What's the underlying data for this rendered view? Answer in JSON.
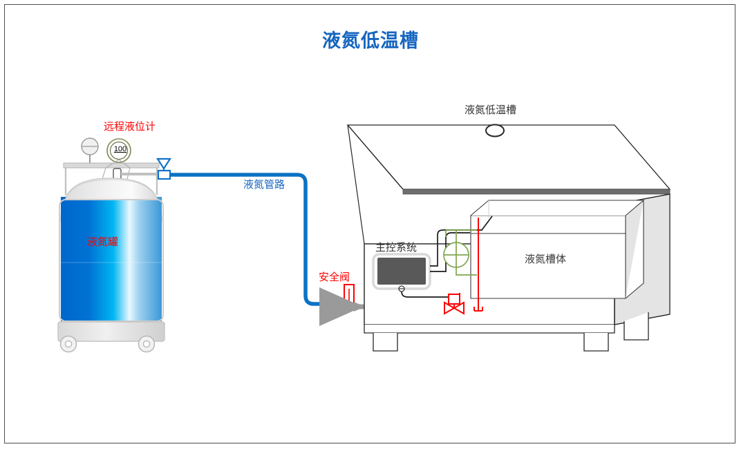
{
  "diagram": {
    "title": "液氮低温槽",
    "title_color": "#1565c0",
    "background": "#ffffff",
    "border_color": "#4d4d4d"
  },
  "labels": {
    "remote_level_gauge": "远程液位计",
    "nitrogen_tank": "液氮罐",
    "nitrogen_pipeline": "液氮管路",
    "safety_valve": "安全阀",
    "main_control_system": "主控系统",
    "cryogenic_bath_top": "液氮低温槽",
    "nitrogen_bath_body": "液氮槽体"
  },
  "gauge": {
    "value": "100"
  },
  "colors": {
    "accent_blue": "#1565c0",
    "pipe_blue": "#0b72c4",
    "alarm_red": "#ff0000",
    "sensor_green": "#7fa650",
    "tank_gradient_start": "#0066cc",
    "tank_gradient_mid": "#00b3f0",
    "tank_gradient_highlight": "#f2fbff",
    "tank_gradient_end": "#3a98d8",
    "metal_gray": "#c9c9c9",
    "panel_screen": "#595959",
    "box_side_fill": "#e4e4e4",
    "outline_dark": "#262626"
  }
}
